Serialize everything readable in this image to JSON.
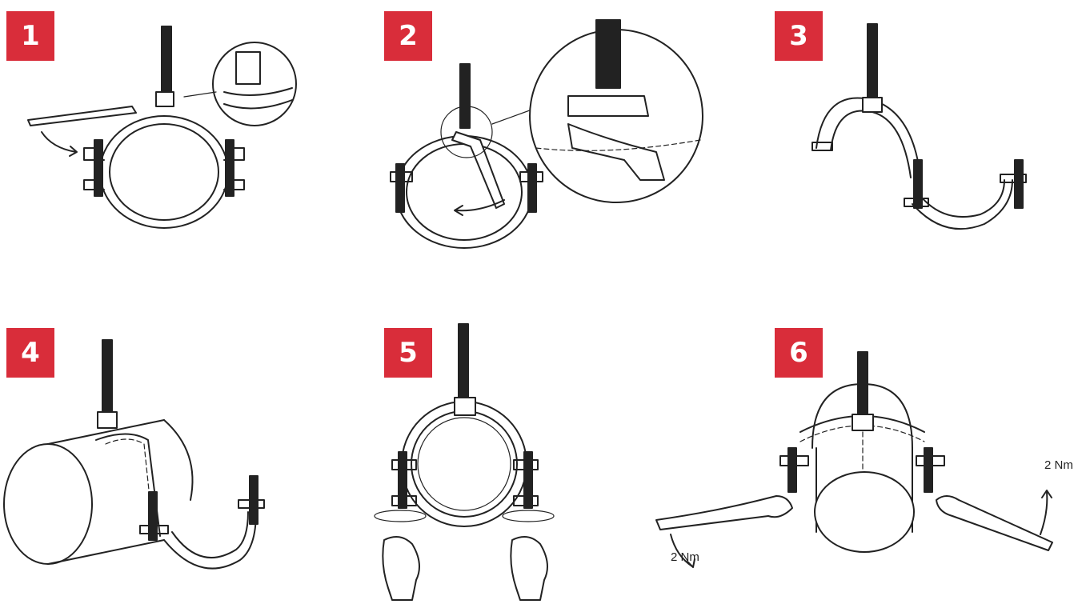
{
  "steps": [
    {
      "number": "1"
    },
    {
      "number": "2"
    },
    {
      "number": "3"
    },
    {
      "number": "4"
    },
    {
      "number": "5"
    },
    {
      "number": "6"
    }
  ],
  "annotations": {
    "torque_left": "2 Nm",
    "torque_right": "2 Nm"
  },
  "colors": {
    "badge": "#d92d3a",
    "line": "#222222"
  },
  "icons": [
    "pipe-clamp-icon",
    "wrench-icon",
    "threaded-rod-icon",
    "pipe-icon",
    "hands-icon",
    "rotation-arrow-icon"
  ]
}
